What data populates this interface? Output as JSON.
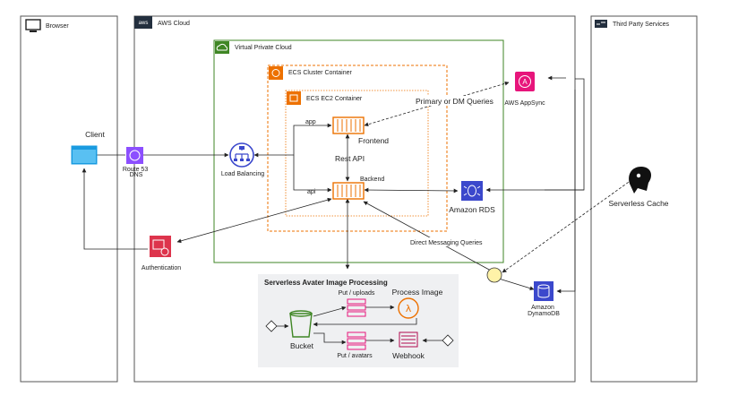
{
  "zones": {
    "browser": "Browser",
    "aws_cloud": "AWS Cloud",
    "third_party": "Third Party Services",
    "vpc": "Virtual Private Cloud",
    "ecs_cluster": "ECS Cluster Container",
    "ecs_ec2": "ECS EC2 Container",
    "serverless_group": "Serverless Avater Image Processing"
  },
  "nodes": {
    "client": "Client",
    "route53": "Route 53\nDNS",
    "load_balancing": "Load Balancing",
    "frontend": "Frontend",
    "backend": "Backend",
    "rest_api": "Rest API",
    "app_port": "app",
    "api_port": "api",
    "appsync": "AWS AppSync",
    "rds": "Amazon RDS",
    "serverless_cache": "Serverless Cache",
    "authentication": "Authentication",
    "dynamodb": "Amazon\nDynamoDB",
    "bucket": "Bucket",
    "put_uploads": "Put / uploads",
    "process_image": "Process Image",
    "put_avatars": "Put / avatars",
    "webhook": "Webhook"
  },
  "edges": {
    "primary_dm_queries": "Primary or DM Queries",
    "direct_messaging_queries": "Direct Messaging Queries"
  },
  "colors": {
    "vpc_green": "#3F8624",
    "ecs_orange": "#ED7100",
    "aws_purple": "#8C4FFF",
    "appsync_pink": "#E7157B",
    "rds_blue": "#3B48CC",
    "lambda_orange": "#ED7100",
    "auth_red": "#DD344C",
    "bucket_green": "#3F8624",
    "client_blue": "#1A9BE0",
    "cache_yellow": "#FFF2A8"
  }
}
